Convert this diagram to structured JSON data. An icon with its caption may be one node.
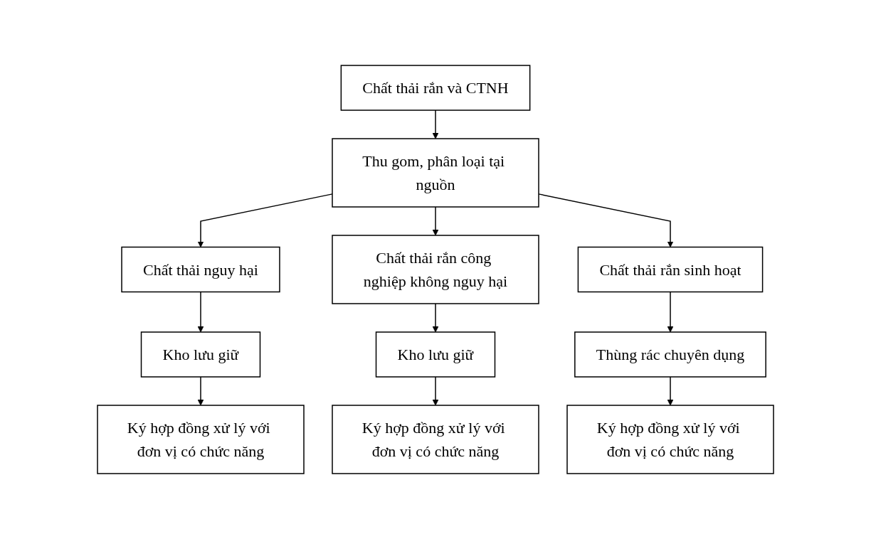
{
  "diagram": {
    "nodes": [
      {
        "text": [
          "Chất thải rắn và CTNH"
        ]
      },
      {
        "text": [
          "Thu gom, phân loại tại nguồn"
        ]
      },
      {
        "text": [
          "Chất thải nguy hại"
        ]
      },
      {
        "text": [
          "Chất thải rắn công nghiệp không nguy hại"
        ]
      },
      {
        "text": [
          "Chất thải rắn sinh hoạt"
        ]
      },
      {
        "text": [
          "Kho lưu giữ"
        ]
      },
      {
        "text": [
          "Kho lưu giữ"
        ]
      },
      {
        "text": [
          "Thùng rác chuyên dụng"
        ]
      },
      {
        "text": [
          "Ký hợp đồng xử lý với đơn vị có chức năng"
        ]
      },
      {
        "text": [
          "Ký hợp đồng xử lý với đơn vị có chức năng"
        ]
      },
      {
        "text": [
          "Ký hợp đồng xử lý với đơn vị có chức năng"
        ]
      }
    ],
    "edges": [
      {
        "from": 0,
        "to": 1,
        "arrow": "to"
      },
      {
        "from": 1,
        "to": 2,
        "arrow": "to"
      },
      {
        "from": 1,
        "to": 3,
        "arrow": "to"
      },
      {
        "from": 1,
        "to": 4,
        "arrow": "to"
      },
      {
        "from": 2,
        "to": 5,
        "arrow": "to"
      },
      {
        "from": 5,
        "to": 8,
        "arrow": "to"
      },
      {
        "from": 3,
        "to": 6,
        "arrow": "to"
      },
      {
        "from": 6,
        "to": 9,
        "arrow": "to"
      },
      {
        "from": 4,
        "to": 7,
        "arrow": "to"
      },
      {
        "from": 7,
        "to": 10,
        "arrow": "to"
      }
    ]
  }
}
